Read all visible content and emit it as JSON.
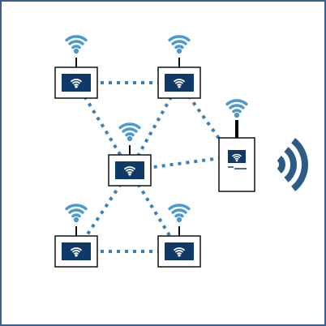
{
  "colors": {
    "frame_border": "#3a5f8a",
    "link_dotted": "#3d7fb8",
    "wifi_arc": "#4a97d1",
    "screen_fill": "#0f3a68",
    "device_border": "#111111",
    "gateway_signal": "#2e5a87"
  },
  "nodes": [
    {
      "id": "node-top-left",
      "type": "sensor",
      "icon": "wifi-icon"
    },
    {
      "id": "node-top-right",
      "type": "sensor",
      "icon": "wifi-icon"
    },
    {
      "id": "node-center",
      "type": "sensor",
      "icon": "wifi-icon"
    },
    {
      "id": "node-bottom-left",
      "type": "sensor",
      "icon": "wifi-icon"
    },
    {
      "id": "node-bottom-right",
      "type": "sensor",
      "icon": "wifi-icon"
    },
    {
      "id": "gateway",
      "type": "gateway",
      "icon": "wifi-icon"
    }
  ],
  "links": [
    {
      "from": "node-top-left",
      "to": "node-top-right",
      "style": "dotted"
    },
    {
      "from": "node-top-left",
      "to": "node-center",
      "style": "dotted"
    },
    {
      "from": "node-top-right",
      "to": "node-center",
      "style": "dotted"
    },
    {
      "from": "node-top-right",
      "to": "gateway",
      "style": "dotted"
    },
    {
      "from": "node-center",
      "to": "gateway",
      "style": "dotted"
    },
    {
      "from": "node-center",
      "to": "node-bottom-left",
      "style": "dotted"
    },
    {
      "from": "node-center",
      "to": "node-bottom-right",
      "style": "dotted"
    },
    {
      "from": "node-bottom-left",
      "to": "node-bottom-right",
      "style": "dotted"
    }
  ],
  "gateway_signal": {
    "icon": "radio-waves-icon",
    "waves": 3
  }
}
